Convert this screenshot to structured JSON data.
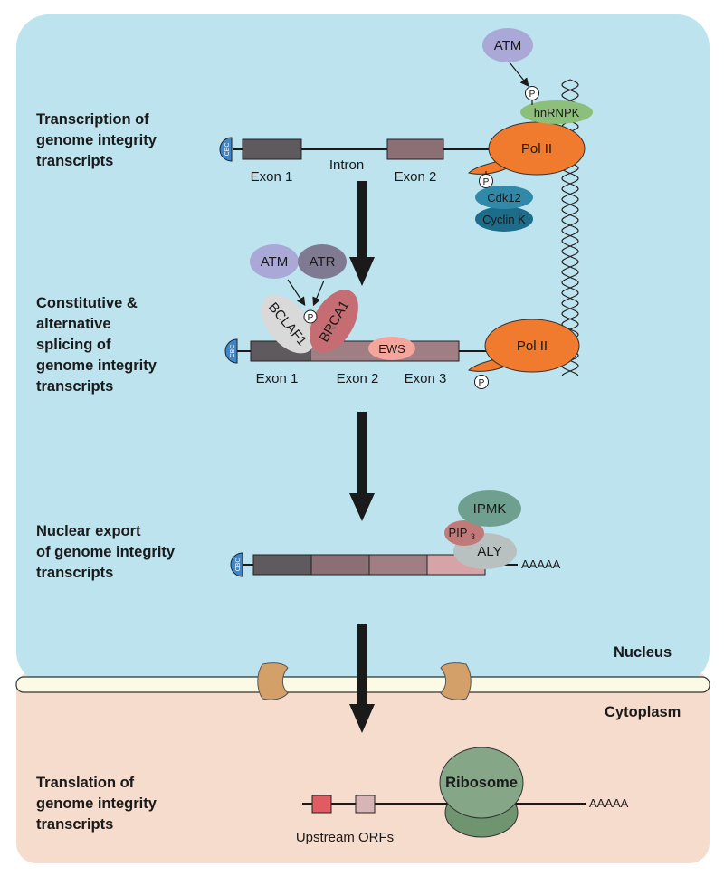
{
  "compartments": {
    "nucleus": "Nucleus",
    "cytoplasm": "Cytoplasm"
  },
  "stages": {
    "transcription": [
      "Transcription of",
      "genome integrity",
      "transcripts"
    ],
    "splicing": [
      "Constitutive &",
      "alternative",
      "splicing of",
      "genome integrity",
      "transcripts"
    ],
    "export": [
      "Nuclear export",
      "of genome integrity",
      "transcripts"
    ],
    "translation": [
      "Translation of",
      "genome integrity",
      "transcripts"
    ]
  },
  "transcription": {
    "exon1": "Exon 1",
    "intron": "Intron",
    "exon2": "Exon 2",
    "cbc": "CBC",
    "pol2": "Pol II",
    "atm": "ATM",
    "hnrnpk": "hnRNPK",
    "cdk12": "Cdk12",
    "cyclin_k": "Cyclin K",
    "phospho": "P"
  },
  "splicing": {
    "exon1": "Exon 1",
    "exon2": "Exon 2",
    "exon3": "Exon 3",
    "cbc": "CBC",
    "pol2": "Pol II",
    "atm": "ATM",
    "atr": "ATR",
    "bclaf1": "BCLAF1",
    "brca1": "BRCA1",
    "ews": "EWS",
    "phospho": "P"
  },
  "export": {
    "cbc": "CBC",
    "ipmk": "IPMK",
    "pip3_base": "PIP",
    "pip3_sub": "3",
    "aly": "ALY",
    "polya": "AAAAA"
  },
  "translation": {
    "ribosome": "Ribosome",
    "polya": "AAAAA",
    "uorfs": "Upstream ORFs"
  },
  "colors": {
    "nucleus_bg": "#bde3ef",
    "cytoplasm_bg": "#f6dccc",
    "pol2": "#f07a2e",
    "cbc": "#3f86c8",
    "atm": "#a9a8d6",
    "atr": "#7f7a91",
    "hnrnpk": "#8cbf79",
    "cdk12": "#3089a8",
    "cyclin_k": "#1d6c8a",
    "ribosome": "#6f9470",
    "ipmk": "#6f9f8f",
    "aly": "#b9c0c0",
    "pip3": "#c07a7a",
    "brca1": "#c56d72",
    "bclaf1": "#d9d9d9",
    "ews": "#f4a69c"
  }
}
